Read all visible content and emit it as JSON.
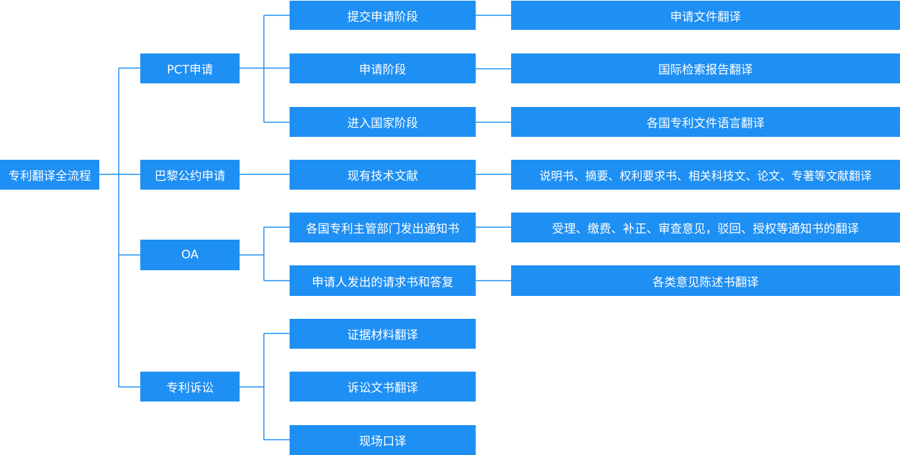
{
  "colors": {
    "node_fill": "#1e8ff3",
    "text": "#ffffff",
    "connector": "#1e8ff3",
    "background": "#ffffff"
  },
  "root": {
    "label": "专利翻译全流程"
  },
  "categories": [
    {
      "label": "PCT申请"
    },
    {
      "label": "巴黎公约申请"
    },
    {
      "label": "OA"
    },
    {
      "label": "专利诉讼"
    }
  ],
  "stages": [
    {
      "label": "提交申请阶段",
      "translation": "申请文件翻译"
    },
    {
      "label": "申请阶段",
      "translation": "国际检索报告翻译"
    },
    {
      "label": "进入国家阶段",
      "translation": "各国专利文件语言翻译"
    },
    {
      "label": "现有技术文献",
      "translation": "说明书、摘要、权利要求书、相关科技文、论文、专著等文献翻译"
    },
    {
      "label": "各国专利主管部门发出通知书",
      "translation": "受理、缴费、补正、审查意见，驳回、授权等通知书的翻译"
    },
    {
      "label": "申请人发出的请求书和答复",
      "translation": "各类意见陈述书翻译"
    },
    {
      "label": "证据材料翻译"
    },
    {
      "label": "诉讼文书翻译"
    },
    {
      "label": "现场口译"
    }
  ]
}
